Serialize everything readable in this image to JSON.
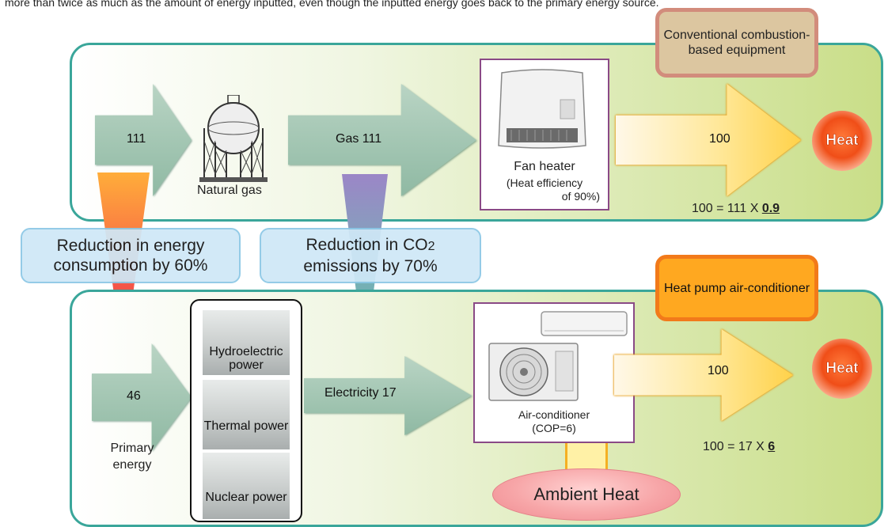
{
  "intro_text": "more than twice as much as the amount of energy inputted, even though the inputted energy goes back to the primary energy source.",
  "top": {
    "label_box": "Conventional combustion-based equipment",
    "arrow1_value": "111",
    "source_caption": "Natural gas",
    "arrow2_value": "Gas 111",
    "equipment_caption_1": "Fan heater",
    "equipment_caption_2": "(Heat efficiency",
    "equipment_caption_3": "of 90%)",
    "output_value": "100",
    "heat_label": "Heat",
    "equation_prefix": "100 = 111 X ",
    "equation_factor": "0.9"
  },
  "reductions": {
    "energy": "Reduction in energy consumption by 60%",
    "co2_prefix": "Reduction in CO",
    "co2_sub": "2",
    "co2_suffix": "emissions by 70%"
  },
  "bottom": {
    "label_box": "Heat pump air-conditioner",
    "arrow1_value": "46",
    "primary_label_1": "Primary",
    "primary_label_2": "energy",
    "power_sources": [
      "Hydroelectric power",
      "Thermal power",
      "Nuclear power"
    ],
    "arrow2_value": "Electricity 17",
    "equipment_caption_1": "Air-conditioner",
    "equipment_caption_2": "(COP=6)",
    "output_value": "100",
    "heat_label": "Heat",
    "equation_prefix": "100 = 17 X ",
    "equation_factor": "6",
    "ambient_label": "Ambient Heat"
  },
  "colors": {
    "panel_border": "#3aa69a",
    "equipment_border": "#8a4a86",
    "heat_red": "#f04e18",
    "hp_orange": "#ffa820"
  }
}
